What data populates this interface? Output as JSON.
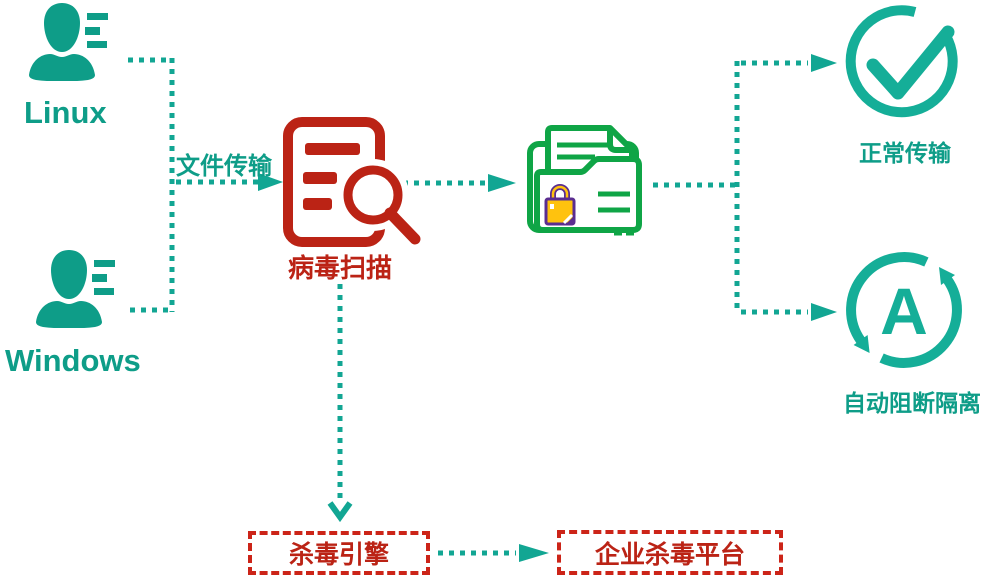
{
  "colors": {
    "teal": "#0E9D88",
    "teal_bright": "#15AE98",
    "connector_teal": "#12A693",
    "green": "#0FA546",
    "red": "#BB2315",
    "border_red": "#CC2418",
    "lock_yellow": "#FFC20E",
    "lock_purple": "#5B2D90"
  },
  "sources": [
    {
      "label": "Linux"
    },
    {
      "label": "Windows"
    }
  ],
  "edges": {
    "transfer_label": "文件传输"
  },
  "nodes": {
    "scan": {
      "label": "病毒扫描"
    },
    "normal": {
      "label": "正常传输"
    },
    "block": {
      "label": "自动阻断隔离",
      "letter": "A"
    },
    "engine": {
      "label": "杀毒引擎"
    },
    "platform": {
      "label": "企业杀毒平台"
    }
  }
}
